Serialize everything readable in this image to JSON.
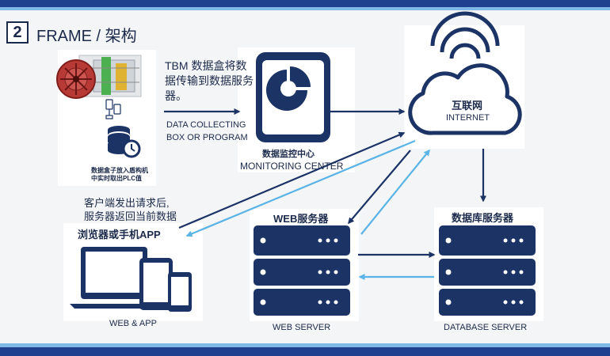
{
  "section": {
    "number": "2",
    "title": "FRAME / 架构"
  },
  "tbm": {
    "description": [
      "TBM 数据盒将数",
      "据传输到数据服务",
      "器。"
    ],
    "caption": [
      "数据盒子放入盾构机",
      "中实时取出PLC值"
    ],
    "label": [
      "DATA COLLECTING",
      "BOX OR PROGRAM"
    ]
  },
  "monitoring": {
    "cn": "数据监控中心",
    "en": "MONITORING CENTER"
  },
  "internet": {
    "cn": "互联网",
    "en": "INTERNET"
  },
  "client": {
    "note": [
      "客户端发出请求后,",
      "服务器返回当前数据"
    ],
    "cn": "浏览器或手机APP",
    "en": "WEB & APP"
  },
  "web_server": {
    "cn": "WEB服务器",
    "en": "WEB SERVER"
  },
  "db_server": {
    "cn": "数据库服务器",
    "en": "DATABASE SERVER"
  },
  "colors": {
    "navy": "#1c3366",
    "light_blue": "#5ab4e5",
    "title": "#1b2a4a"
  }
}
